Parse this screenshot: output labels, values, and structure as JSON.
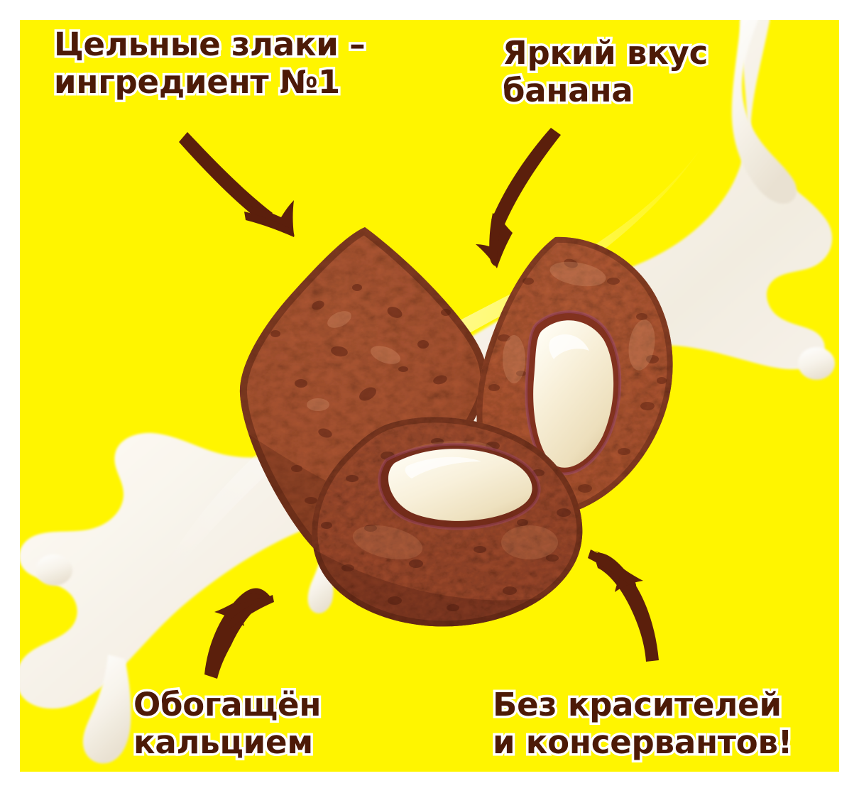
{
  "poster": {
    "background_color": "#fff500",
    "border_color": "#ffffff",
    "text_color": "#4d1a07",
    "text_outline_color": "#ffffff",
    "milk_color": "#fdfcf7",
    "cereal_color": "#9c4426",
    "filling_color": "#f4ead0"
  },
  "callouts": {
    "grains": "Цельные злаки –\nингредиент №1",
    "flavor": "Яркий вкус\nбанана",
    "calcium": "Обогащён\nкальцием",
    "no_additives": "Без красителей\nи консервантов!"
  },
  "arrows": {
    "grains_arrow": "curved-arrow-down-right",
    "flavor_arrow": "curved-arrow-down-left",
    "calcium_arrow": "curved-arrow-up-right",
    "no_additives_arrow": "curved-arrow-up-left"
  },
  "imagery": {
    "milk_splash": "milk-splash",
    "piece_top_left": "cereal-pillow-plain",
    "piece_right": "cereal-pillow-filled",
    "piece_bottom": "cereal-pillow-filled"
  }
}
